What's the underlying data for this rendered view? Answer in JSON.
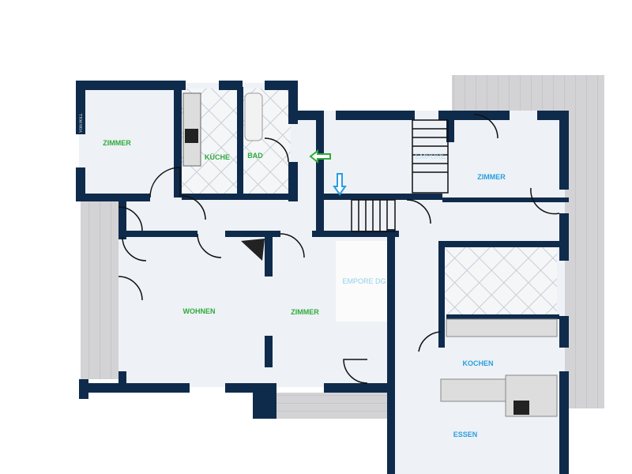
{
  "logo": "VON POLL",
  "colors": {
    "wall": "#0f2b4c",
    "floor": "#eef1f5",
    "wood": "#c9c9cc",
    "green": "#2faa3c",
    "blue": "#2a9ee0",
    "lightblue": "#8fd0ec"
  },
  "rooms": {
    "zimmer_top_left": "ZIMMER",
    "kueche": "KÜCHE",
    "bad": "BAD",
    "wohnen": "WOHNEN",
    "zimmer_center": "ZIMMER",
    "empore_dg": "EMPORE DG",
    "empore": "EMPORE",
    "zimmer_right": "ZIMMER",
    "kochen": "KOCHEN",
    "essen": "ESSEN"
  }
}
